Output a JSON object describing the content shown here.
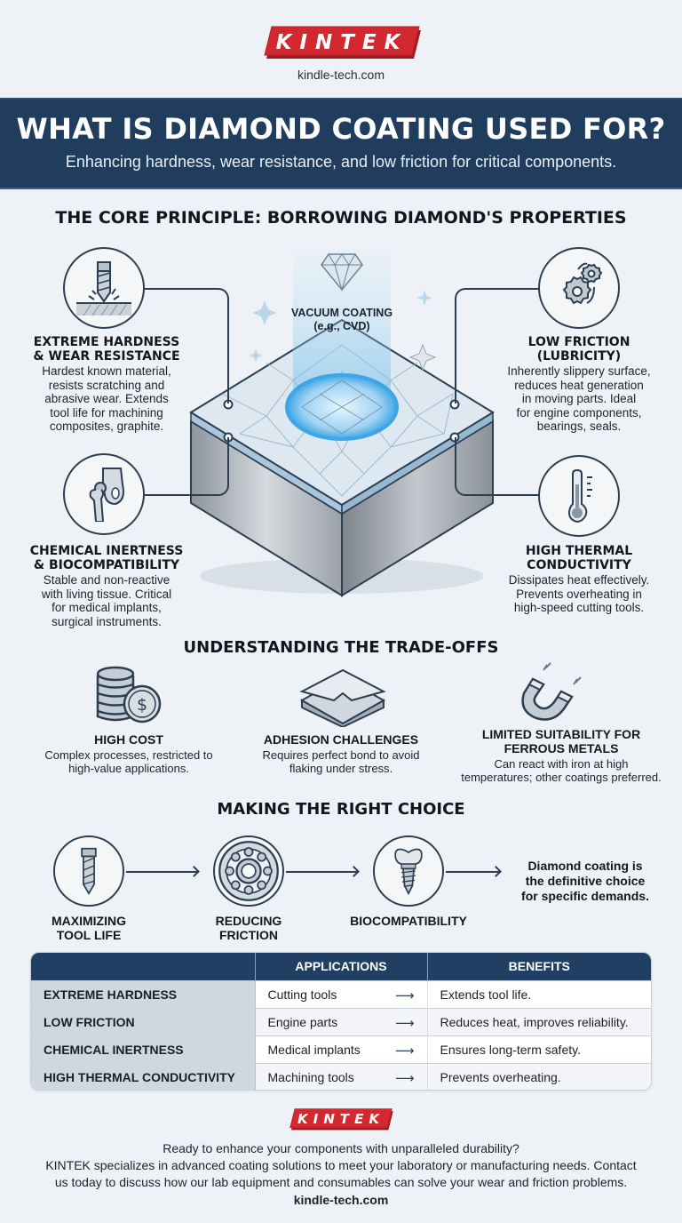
{
  "brand": {
    "logo_text": "KINTEK",
    "site": "kindle-tech.com",
    "colors": {
      "logo_red": "#d3282f",
      "navy": "#203d5e",
      "icon_stroke": "#2c3e52",
      "background": "#eef2f6"
    }
  },
  "header": {
    "title": "WHAT IS DIAMOND COATING USED FOR?",
    "subtitle": "Enhancing hardness, wear resistance, and low friction for critical components."
  },
  "core": {
    "title": "THE CORE PRINCIPLE: BORROWING DIAMOND'S PROPERTIES",
    "center_label_1": "VACUUM COATING",
    "center_label_2": "(e.g., CVD)",
    "features": [
      {
        "icon": "drill-bit-icon",
        "title_1": "EXTREME HARDNESS",
        "title_2": "& WEAR RESISTANCE",
        "desc": [
          "Hardest known material,",
          "resists scratching and",
          "abrasive wear. Extends",
          "tool life for machining",
          "composites, graphite."
        ]
      },
      {
        "icon": "gears-icon",
        "title_1": "LOW FRICTION",
        "title_2": "(LUBRICITY)",
        "desc": [
          "Inherently slippery surface,",
          "reduces heat generation",
          "in moving parts. Ideal",
          "for engine components,",
          "bearings, seals."
        ]
      },
      {
        "icon": "hip-joint-icon",
        "title_1": "CHEMICAL INERTNESS",
        "title_2": "& BIOCOMPATIBILITY",
        "desc": [
          "Stable and non-reactive",
          "with living tissue. Critical",
          "for medical implants,",
          "surgical instruments."
        ]
      },
      {
        "icon": "thermometer-icon",
        "title_1": "HIGH THERMAL",
        "title_2": "CONDUCTIVITY",
        "desc": [
          "Dissipates heat effectively.",
          "Prevents overheating in",
          "high-speed cutting tools."
        ]
      }
    ]
  },
  "tradeoffs": {
    "title": "UNDERSTANDING THE TRADE-OFFS",
    "items": [
      {
        "icon": "coins-icon",
        "title_1": "HIGH COST",
        "title_2": "",
        "desc": [
          "Complex processes, restricted to",
          "high-value applications."
        ]
      },
      {
        "icon": "layers-icon",
        "title_1": "ADHESION CHALLENGES",
        "title_2": "",
        "desc": [
          "Requires perfect bond to avoid",
          "flaking under stress."
        ]
      },
      {
        "icon": "magnet-icon",
        "title_1": "LIMITED SUITABILITY FOR",
        "title_2": "FERROUS METALS",
        "desc": [
          "Can react with iron at high",
          "temperatures; other coatings preferred."
        ]
      }
    ]
  },
  "choice": {
    "title": "MAKING THE RIGHT CHOICE",
    "steps": [
      {
        "icon": "drill-bit-icon",
        "label_1": "MAXIMIZING",
        "label_2": "TOOL LIFE"
      },
      {
        "icon": "bearing-icon",
        "label_1": "REDUCING",
        "label_2": "FRICTION"
      },
      {
        "icon": "dental-implant-icon",
        "label_1": "BIOCOMPATIBILITY",
        "label_2": ""
      }
    ],
    "conclusion": [
      "Diamond coating is",
      "the definitive choice",
      "for specific demands."
    ]
  },
  "table": {
    "headers": [
      "",
      "APPLICATIONS",
      "BENEFITS"
    ],
    "arrow": "⟶",
    "rows": [
      {
        "feature": "EXTREME HARDNESS",
        "application": "Cutting tools",
        "benefit": "Extends tool life."
      },
      {
        "feature": "LOW FRICTION",
        "application": "Engine parts",
        "benefit": "Reduces heat, improves reliability."
      },
      {
        "feature": "CHEMICAL INERTNESS",
        "application": "Medical implants",
        "benefit": "Ensures long-term safety."
      },
      {
        "feature": "HIGH THERMAL CONDUCTIVITY",
        "application": "Machining tools",
        "benefit": "Prevents overheating."
      }
    ]
  },
  "footer": {
    "logo_text": "KINTEK",
    "line_1": "Ready to enhance your components with unparalleled durability?",
    "line_2": "KINTEK specializes in advanced coating solutions to meet your laboratory or manufacturing needs. Contact",
    "line_3": "us today to discuss how our lab equipment and consumables can solve your wear and friction problems.",
    "site": "kindle-tech.com"
  }
}
